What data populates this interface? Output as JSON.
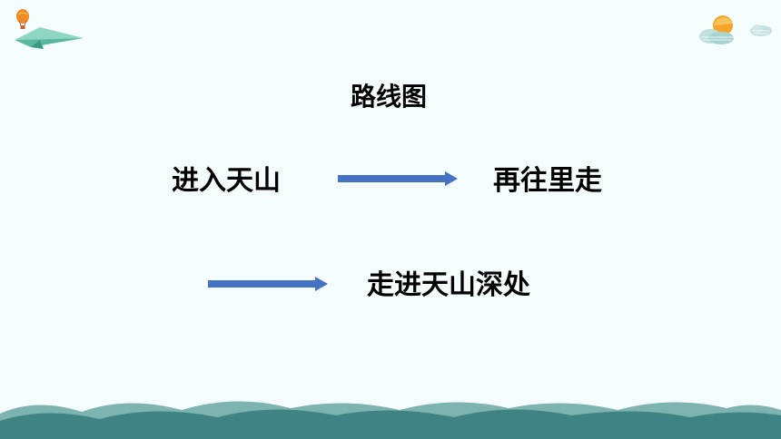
{
  "slide": {
    "title": "路线图",
    "steps": [
      "进入天山",
      "再往里走",
      "走进天山深处"
    ]
  },
  "colors": {
    "background": "#f5fcfd",
    "arrow": "#4472c4",
    "hills_dark": "#3f8483",
    "hills_light": "#7db3b0",
    "plane": "#58b99f",
    "sun": "#f4a62a"
  },
  "icons": {
    "balloon": "hot-air-balloon-icon",
    "plane": "paper-plane-icon",
    "cloud_sun": "cloud-sun-icon",
    "cloud": "cloud-icon",
    "arrow": "right-arrow-icon"
  }
}
